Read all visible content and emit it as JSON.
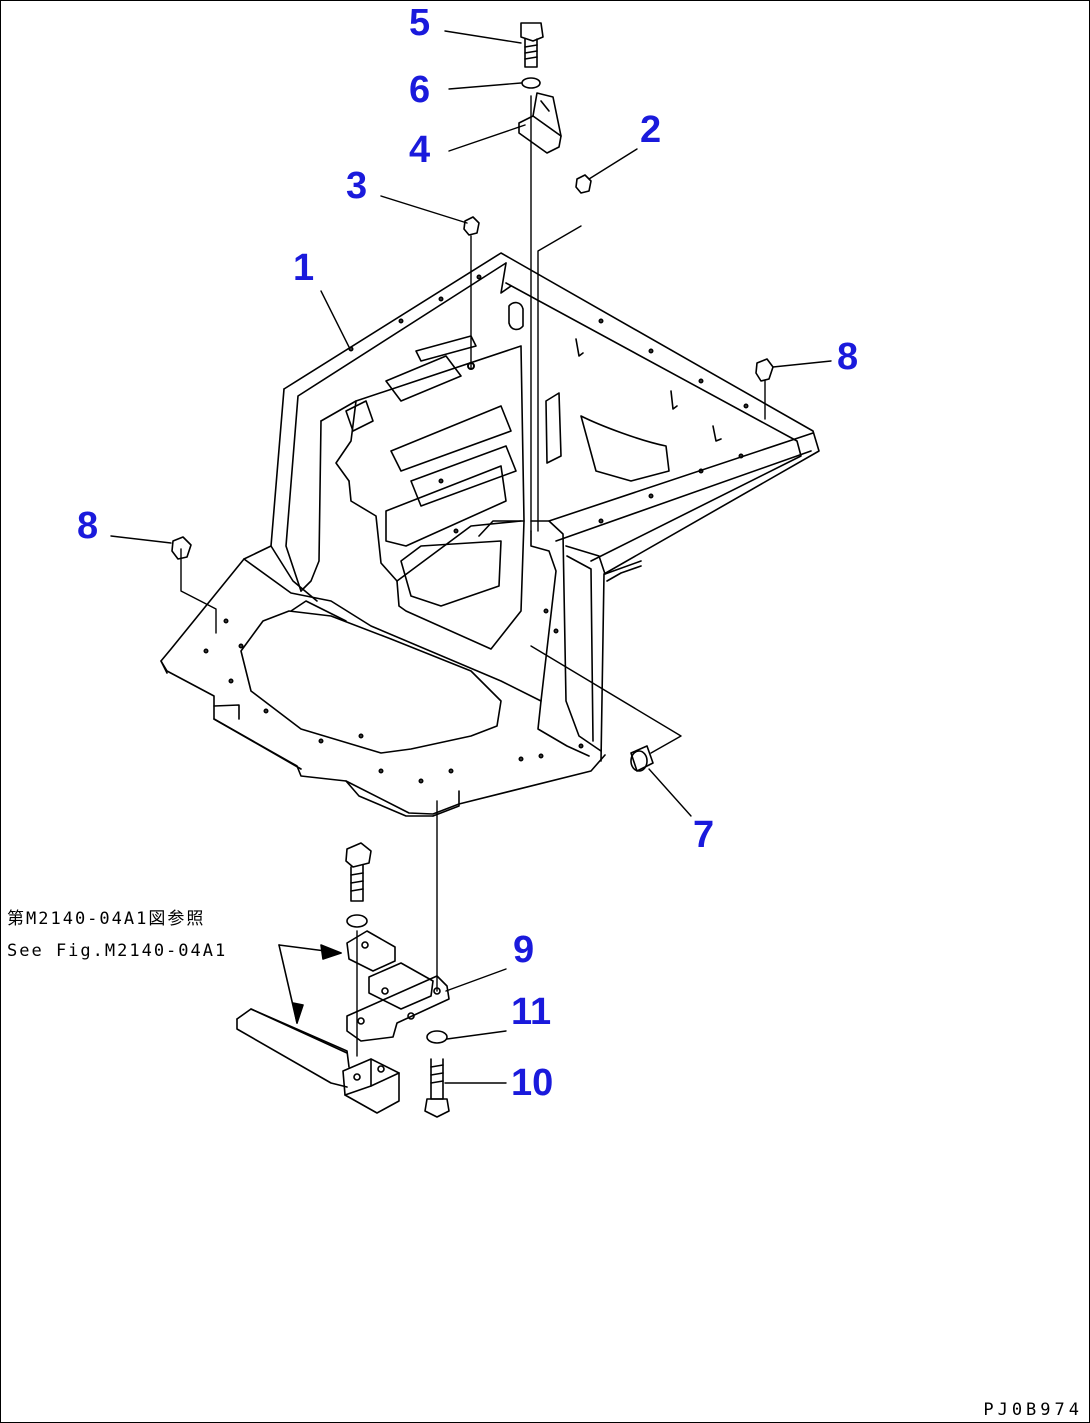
{
  "callouts": {
    "c1": "1",
    "c2": "2",
    "c3": "3",
    "c4": "4",
    "c5": "5",
    "c6": "6",
    "c7": "7",
    "c8a": "8",
    "c8b": "8",
    "c9": "9",
    "c10": "10",
    "c11": "11"
  },
  "reference_note": {
    "japanese": "第M2140-04A1図参照",
    "english": "See Fig.M2140-04A1"
  },
  "drawing_id": "PJ0B974",
  "colors": {
    "callout": "#1a1adc",
    "line": "#000000"
  }
}
